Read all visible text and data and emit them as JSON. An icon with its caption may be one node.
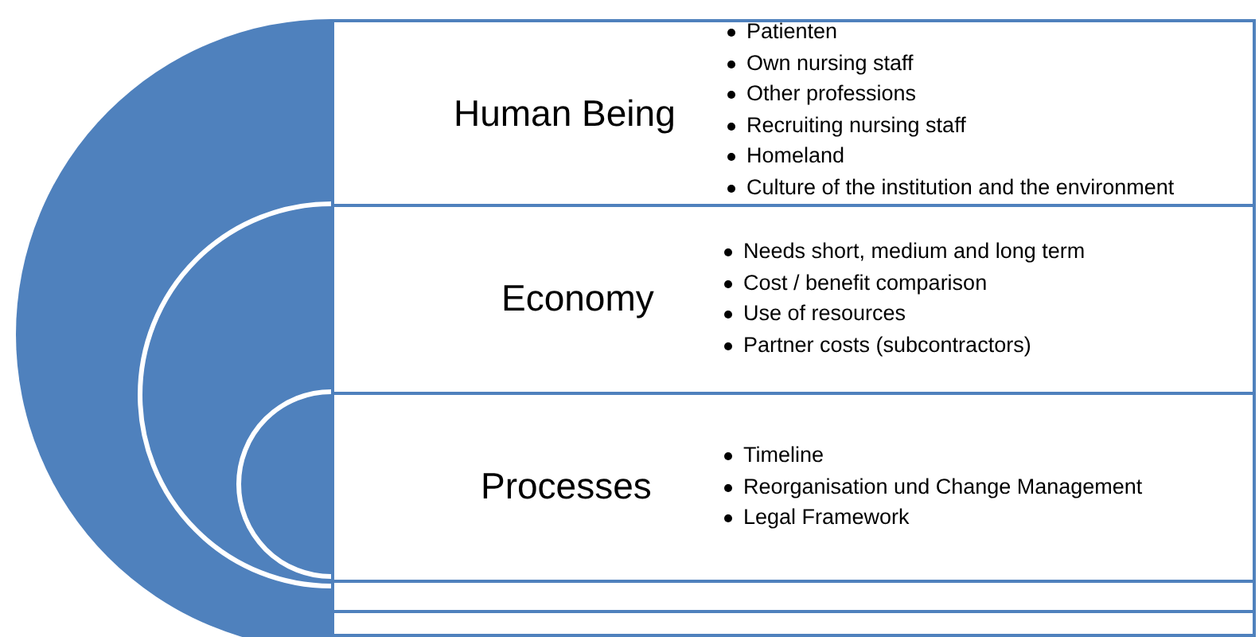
{
  "diagram": {
    "nodes": [
      {
        "text": [
          "Human Being",
          "Patienten",
          "Own nursing staff",
          "Other professions",
          "Recruiting nursing staff",
          "Homeland",
          "Culture of the institution and the environment"
        ]
      },
      {
        "text": [
          "Economy",
          "Needs short, medium and long term",
          "Cost / benefit comparison",
          "Use of resources",
          "Partner costs (subcontractors)"
        ]
      },
      {
        "text": [
          "Processes",
          "Timeline",
          "Reorganisation und Change Management",
          "Legal Framework"
        ]
      },
      {
        "text": [],
        "shape": "box"
      },
      {
        "text": [],
        "shape": "box"
      }
    ]
  }
}
